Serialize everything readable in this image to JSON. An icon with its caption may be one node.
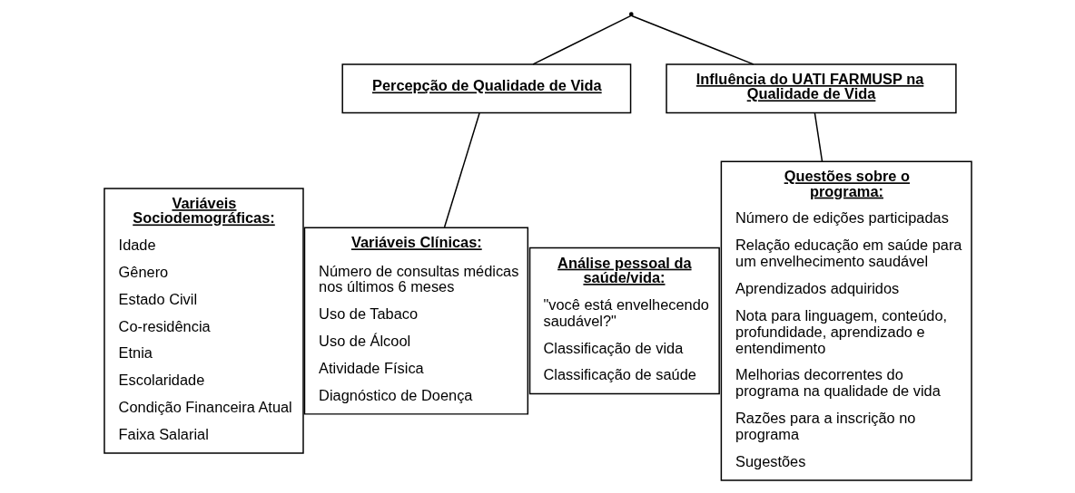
{
  "diagram": {
    "nodes": [
      {
        "text": [],
        "shape": "point"
      },
      {
        "text": [
          "Percepção de Qualidade de Vida"
        ]
      },
      {
        "text": [
          "Influência do UATI FARMUSP na Qualidade de Vida"
        ]
      },
      {
        "text": [
          "Variáveis Sociodemográficas:",
          "Idade",
          "Gênero",
          "Estado Civil",
          "Co-residência",
          "Etnia",
          "Escolaridade",
          "Condição Financeira Atual",
          "Faixa Salarial"
        ]
      },
      {
        "text": [
          "Variáveis Clínicas:",
          "Número de consultas médicas nos últimos 6 meses",
          "Uso de Tabaco",
          "Uso de Álcool",
          "Atividade Física",
          "Diagnóstico de Doença"
        ]
      },
      {
        "text": [
          "Análise pessoal da saúde/vida:",
          "\"você está envelhecendo saudável?\"",
          "Classificação de vida",
          "Classificação de saúde"
        ]
      },
      {
        "text": [
          "Questões sobre o programa:",
          "Número de edições participadas",
          "Relação educação em saúde para um envelhecimento saudável",
          "Aprendizados adquiridos",
          "Nota para linguagem, conteúdo, profundidade, aprendizado e entendimento",
          "Melhorias decorrentes do programa na qualidade de vida",
          "Razões para a inscrição no programa",
          "Sugestões"
        ]
      }
    ],
    "edges": [
      {
        "from": 0,
        "to": 1,
        "arrow": "none"
      },
      {
        "from": 0,
        "to": 2,
        "arrow": "none"
      },
      {
        "from": 1,
        "to": 4,
        "arrow": "none"
      },
      {
        "from": 2,
        "to": 6,
        "arrow": "none"
      }
    ]
  }
}
